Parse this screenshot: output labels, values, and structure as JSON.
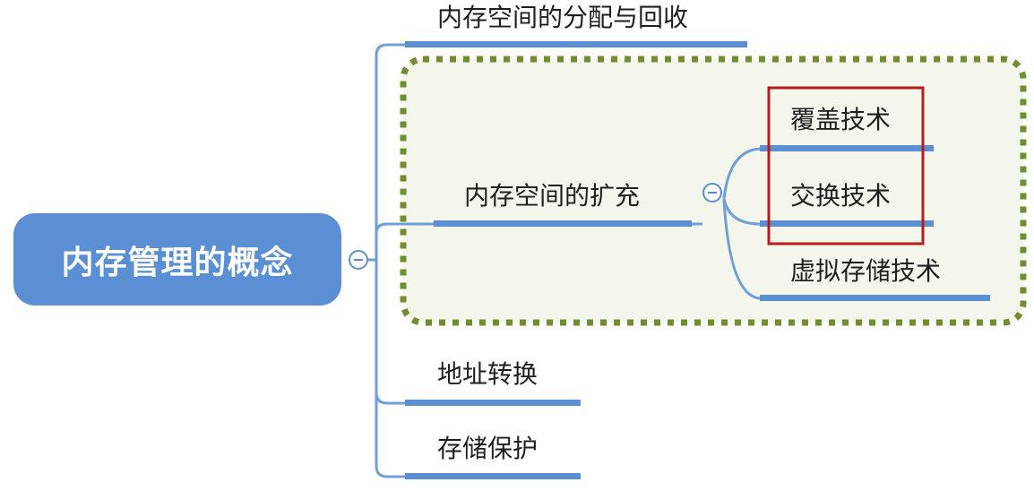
{
  "mindmap": {
    "root": {
      "label": "内存管理的概念"
    },
    "branches": [
      {
        "label": "内存空间的分配与回收"
      },
      {
        "label": "内存空间的扩充",
        "children": [
          {
            "label": "覆盖技术"
          },
          {
            "label": "交换技术"
          },
          {
            "label": "虚拟存储技术"
          }
        ]
      },
      {
        "label": "地址转换"
      },
      {
        "label": "存储保护"
      }
    ]
  },
  "colors": {
    "root_fill": "#5b8fd4",
    "connector": "#6f9fd8",
    "underline": "#5b8fd4",
    "boundary_stroke": "#6f8f2e",
    "boundary_fill": "#f4f6ec",
    "highlight_box": "#b71c1c"
  }
}
